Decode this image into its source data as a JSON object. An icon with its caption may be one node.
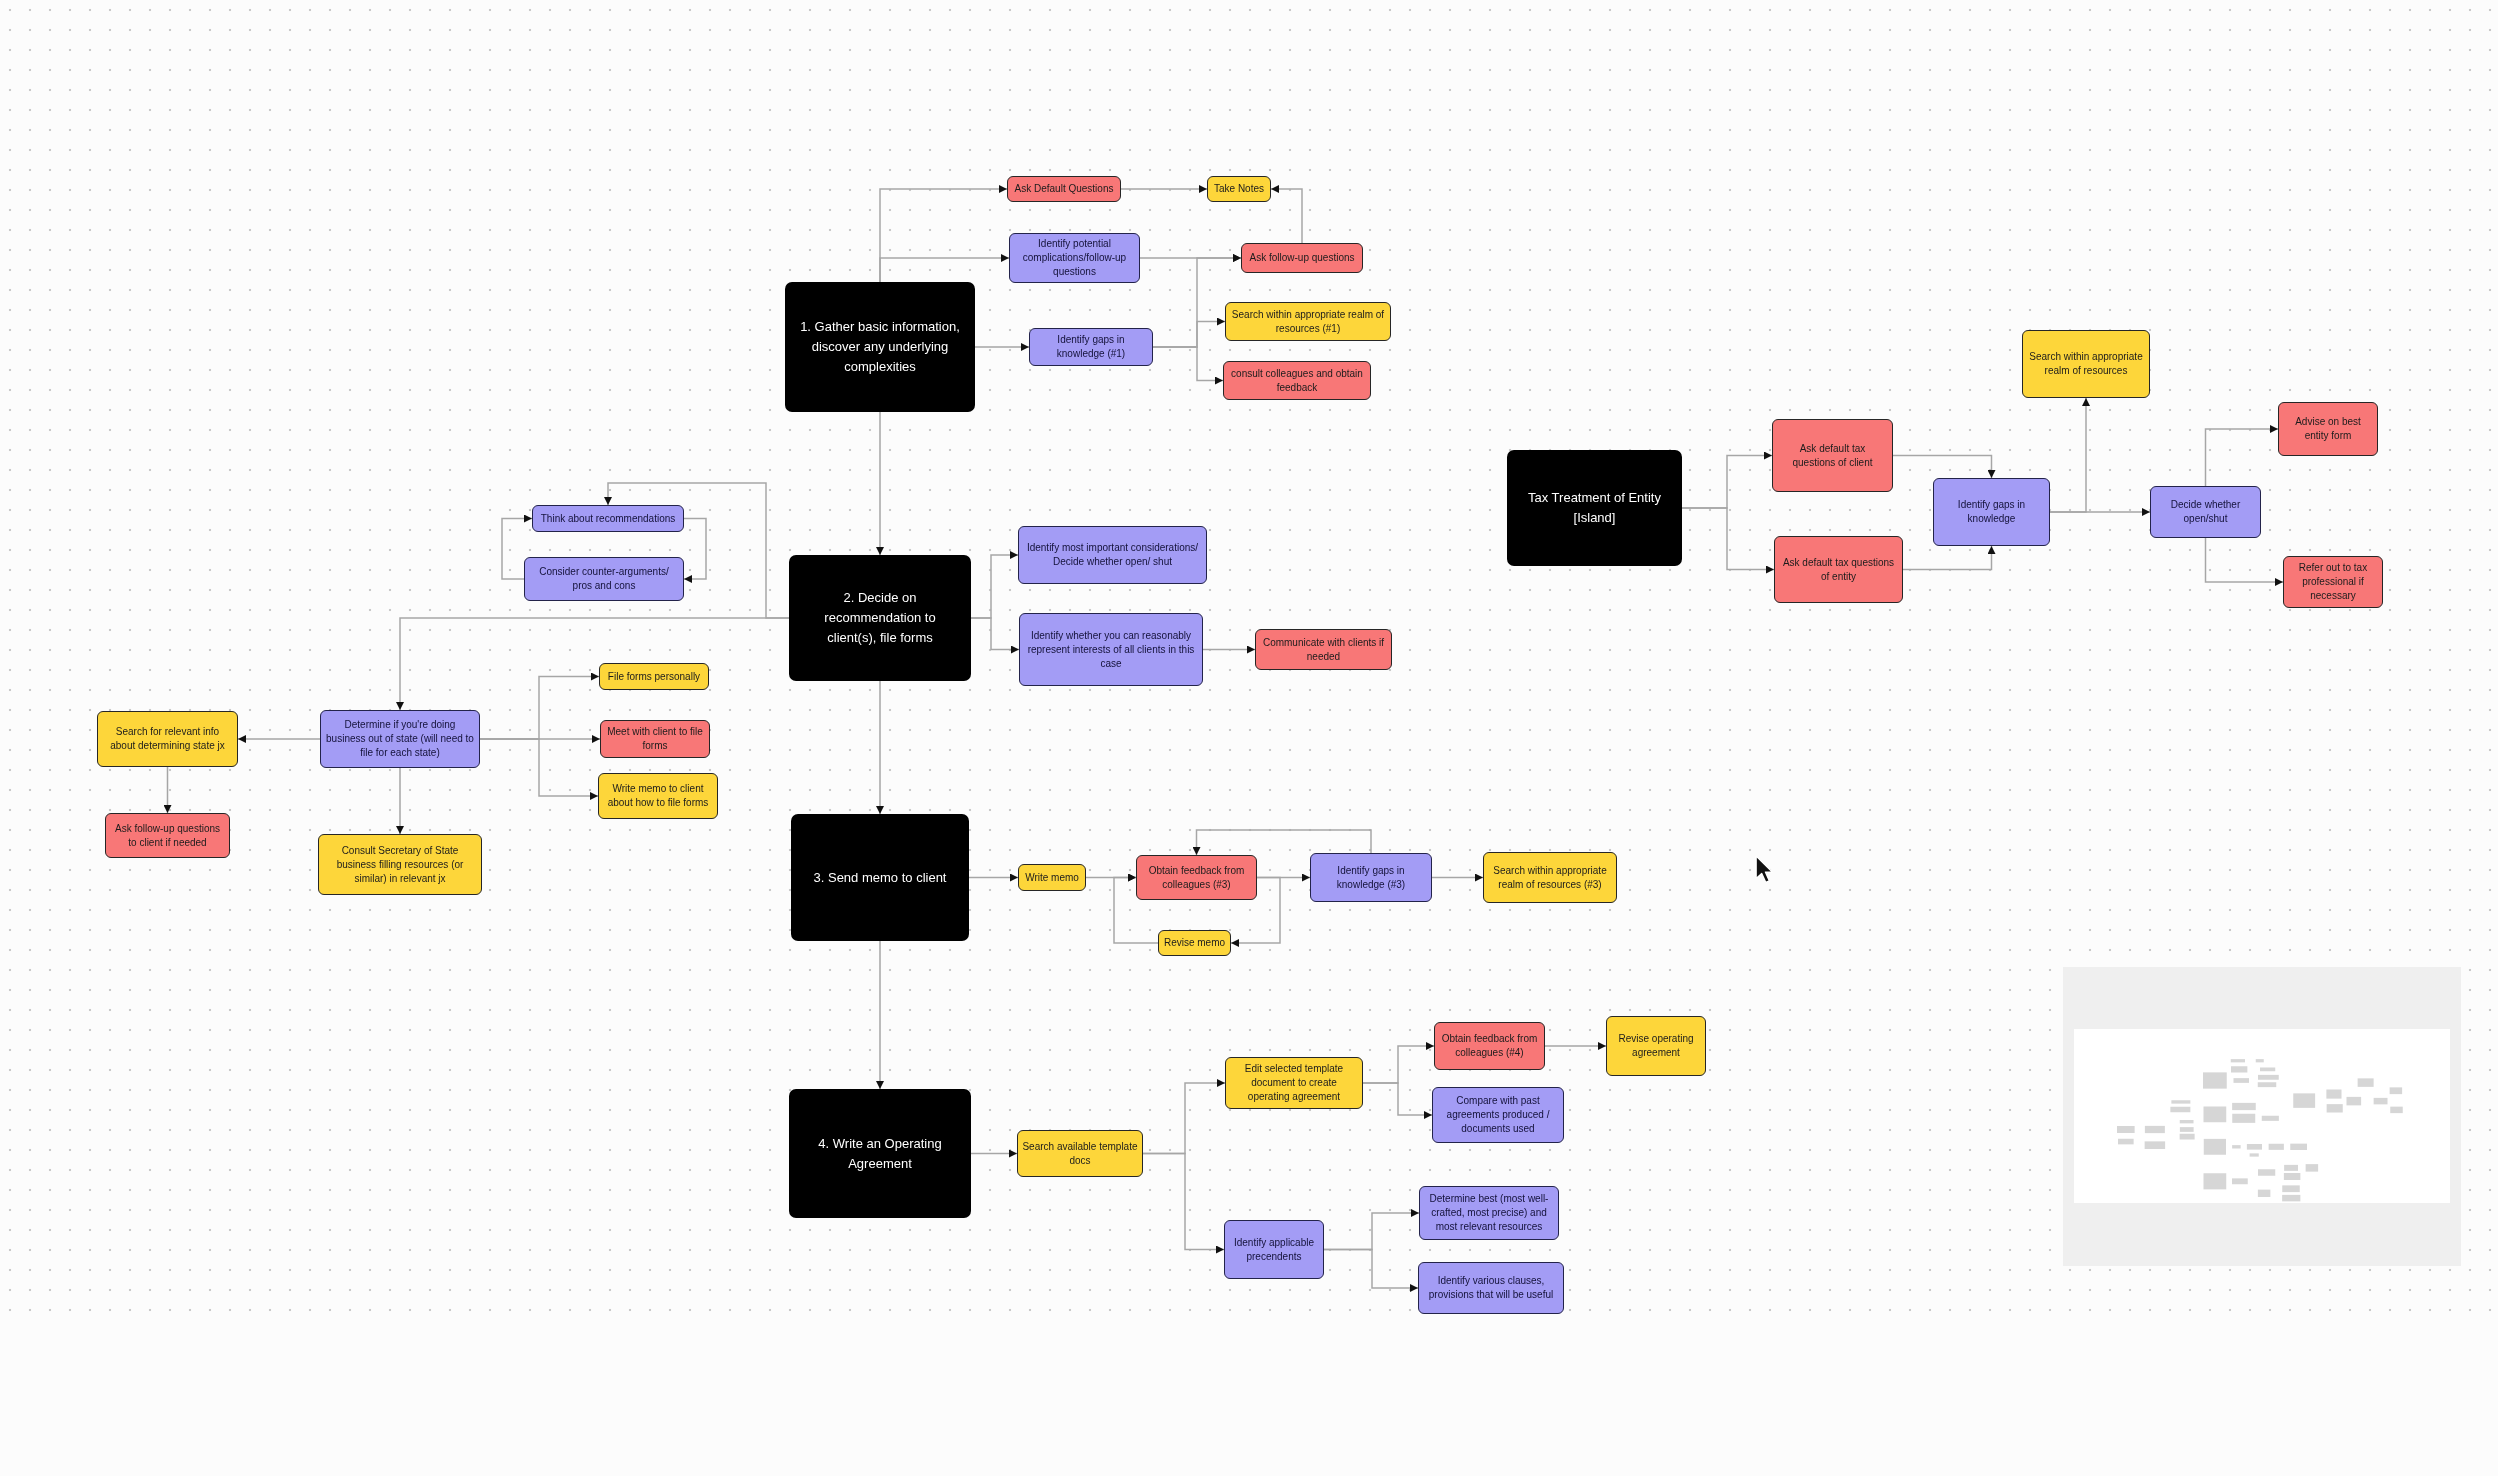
{
  "diagram": {
    "nodes": [
      {
        "text": [
          "1. Gather basic information, discover any underlying complexities"
        ]
      },
      {
        "text": [
          "Ask Default Questions"
        ]
      },
      {
        "text": [
          "Take Notes"
        ]
      },
      {
        "text": [
          "Identify potential complications/follow-up questions"
        ]
      },
      {
        "text": [
          "Ask follow-up questions"
        ]
      },
      {
        "text": [
          "Search within appropriate realm of resources (#1)"
        ]
      },
      {
        "text": [
          "Identify gaps in knowledge (#1)"
        ]
      },
      {
        "text": [
          "consult colleagues and obtain feedback"
        ]
      },
      {
        "text": [
          "Think about recommendations"
        ]
      },
      {
        "text": [
          "Consider counter-arguments/ pros and cons"
        ]
      },
      {
        "text": [
          "2. Decide on recommendation to client(s), file forms"
        ]
      },
      {
        "text": [
          "Identify most important considerations/ Decide whether open/ shut"
        ]
      },
      {
        "text": [
          "Identify whether you can reasonably represent interests of all clients in this case"
        ]
      },
      {
        "text": [
          "Communicate with clients if needed"
        ]
      },
      {
        "text": [
          "File forms personally"
        ]
      },
      {
        "text": [
          "Search for relevant info about determining state jx"
        ]
      },
      {
        "text": [
          "Determine if you're doing business out of state (will need to file for each state)"
        ]
      },
      {
        "text": [
          "Meet with client to file forms"
        ]
      },
      {
        "text": [
          "Write memo to client about how to file forms"
        ]
      },
      {
        "text": [
          "Ask follow-up questions to client if needed"
        ]
      },
      {
        "text": [
          "Consult Secretary of State business filling resources (or similar) in relevant jx"
        ]
      },
      {
        "text": [
          "3. Send memo to client"
        ]
      },
      {
        "text": [
          "Write memo"
        ]
      },
      {
        "text": [
          "Obtain feedback from colleagues (#3)"
        ]
      },
      {
        "text": [
          "Identify gaps in knowledge (#3)"
        ]
      },
      {
        "text": [
          "Search within appropriate realm of resources (#3)"
        ]
      },
      {
        "text": [
          "Revise memo"
        ]
      },
      {
        "text": [
          "4. Write an Operating Agreement"
        ]
      },
      {
        "text": [
          "Search available template docs"
        ]
      },
      {
        "text": [
          "Edit selected template document to create operating agreement"
        ]
      },
      {
        "text": [
          "Obtain feedback from colleagues (#4)"
        ]
      },
      {
        "text": [
          "Revise operating agreement"
        ]
      },
      {
        "text": [
          "Compare with past agreements produced / documents used"
        ]
      },
      {
        "text": [
          "Identify applicable precendents"
        ]
      },
      {
        "text": [
          "Determine best (most well-crafted, most precise) and most relevant resources"
        ]
      },
      {
        "text": [
          "Identify various clauses, provisions that will be useful"
        ]
      },
      {
        "text": [
          "Tax Treatment of Entity [Island]"
        ]
      },
      {
        "text": [
          "Search within appropriate realm of resources"
        ]
      },
      {
        "text": [
          "Ask default tax questions of client"
        ]
      },
      {
        "text": [
          "Advise on best entity form"
        ]
      },
      {
        "text": [
          "Identify gaps in knowledge"
        ]
      },
      {
        "text": [
          "Decide whether open/shut"
        ]
      },
      {
        "text": [
          "Ask default tax questions of entity"
        ]
      },
      {
        "text": [
          "Refer out to tax professional if necessary"
        ]
      }
    ],
    "edges": [
      {
        "from": 0,
        "to": 1,
        "arrow": "to"
      },
      {
        "from": 0,
        "to": 3,
        "arrow": "to"
      },
      {
        "from": 0,
        "to": 6,
        "arrow": "to"
      },
      {
        "from": 1,
        "to": 2,
        "arrow": "to"
      },
      {
        "from": 3,
        "to": 4,
        "arrow": "to"
      },
      {
        "from": 4,
        "to": 2,
        "arrow": "to"
      },
      {
        "from": 6,
        "to": 4,
        "arrow": "to"
      },
      {
        "from": 6,
        "to": 5,
        "arrow": "to"
      },
      {
        "from": 6,
        "to": 7,
        "arrow": "to"
      },
      {
        "from": 0,
        "to": 10,
        "arrow": "to"
      },
      {
        "from": 10,
        "to": 8,
        "arrow": "to"
      },
      {
        "from": 9,
        "to": 8,
        "arrow": "to"
      },
      {
        "from": 8,
        "to": 9,
        "arrow": "to"
      },
      {
        "from": 10,
        "to": 11,
        "arrow": "to"
      },
      {
        "from": 10,
        "to": 12,
        "arrow": "to"
      },
      {
        "from": 12,
        "to": 13,
        "arrow": "to"
      },
      {
        "from": 10,
        "to": 16,
        "arrow": "to"
      },
      {
        "from": 16,
        "to": 15,
        "arrow": "to"
      },
      {
        "from": 15,
        "to": 19,
        "arrow": "to"
      },
      {
        "from": 16,
        "to": 20,
        "arrow": "to"
      },
      {
        "from": 16,
        "to": 14,
        "arrow": "to"
      },
      {
        "from": 16,
        "to": 17,
        "arrow": "to"
      },
      {
        "from": 16,
        "to": 18,
        "arrow": "to"
      },
      {
        "from": 10,
        "to": 21,
        "arrow": "to"
      },
      {
        "from": 21,
        "to": 22,
        "arrow": "to"
      },
      {
        "from": 22,
        "to": 23,
        "arrow": "to"
      },
      {
        "from": 23,
        "to": 24,
        "arrow": "to"
      },
      {
        "from": 24,
        "to": 23,
        "arrow": "to"
      },
      {
        "from": 23,
        "to": 26,
        "arrow": "to"
      },
      {
        "from": 26,
        "to": 23,
        "arrow": "to"
      },
      {
        "from": 24,
        "to": 25,
        "arrow": "to"
      },
      {
        "from": 21,
        "to": 27,
        "arrow": "to"
      },
      {
        "from": 27,
        "to": 28,
        "arrow": "to"
      },
      {
        "from": 28,
        "to": 29,
        "arrow": "to"
      },
      {
        "from": 28,
        "to": 33,
        "arrow": "to"
      },
      {
        "from": 29,
        "to": 30,
        "arrow": "to"
      },
      {
        "from": 29,
        "to": 32,
        "arrow": "to"
      },
      {
        "from": 30,
        "to": 31,
        "arrow": "to"
      },
      {
        "from": 33,
        "to": 34,
        "arrow": "to"
      },
      {
        "from": 33,
        "to": 35,
        "arrow": "to"
      },
      {
        "from": 36,
        "to": 38,
        "arrow": "to"
      },
      {
        "from": 36,
        "to": 42,
        "arrow": "to"
      },
      {
        "from": 38,
        "to": 40,
        "arrow": "to"
      },
      {
        "from": 42,
        "to": 40,
        "arrow": "to"
      },
      {
        "from": 40,
        "to": 37,
        "arrow": "to"
      },
      {
        "from": 40,
        "to": 41,
        "arrow": "to"
      },
      {
        "from": 41,
        "to": 39,
        "arrow": "to"
      },
      {
        "from": 41,
        "to": 43,
        "arrow": "to"
      }
    ]
  }
}
